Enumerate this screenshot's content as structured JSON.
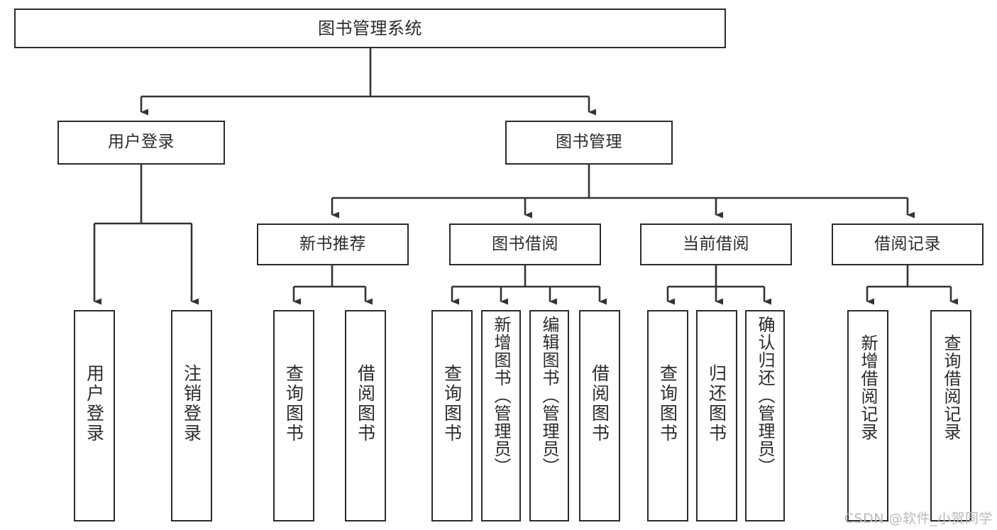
{
  "diagram": {
    "type": "hierarchy-tree",
    "title": "图书管理系统",
    "levels": 4,
    "watermark": "CSDN @软件_小贺同学",
    "colors": {
      "box_border": "#2b2b2b",
      "box_fill": "#ffffff",
      "text": "#2b2b2b",
      "edge": "#333333",
      "background": "#ffffff",
      "watermark": "#b9b9b9"
    },
    "nodes": {
      "root": {
        "label": "图书管理系统"
      },
      "level2": [
        {
          "id": "user-login",
          "label": "用户登录"
        },
        {
          "id": "book-management",
          "label": "图书管理"
        }
      ],
      "level3": [
        {
          "id": "new-book-recommend",
          "label": "新书推荐"
        },
        {
          "id": "book-borrow",
          "label": "图书借阅"
        },
        {
          "id": "current-borrow",
          "label": "当前借阅"
        },
        {
          "id": "borrow-record",
          "label": "借阅记录"
        }
      ],
      "leaves": {
        "user-login": [
          {
            "id": "leaf-user-login",
            "label": "用户登录"
          },
          {
            "id": "leaf-user-logout",
            "label": "注销登录"
          }
        ],
        "new-book-recommend": [
          {
            "id": "leaf-query-book-1",
            "label": "查询图书"
          },
          {
            "id": "leaf-borrow-book-1",
            "label": "借阅图书"
          }
        ],
        "book-borrow": [
          {
            "id": "leaf-query-book-2",
            "label": "查询图书"
          },
          {
            "id": "leaf-add-book",
            "label": "新增图书（管理员）"
          },
          {
            "id": "leaf-edit-book",
            "label": "编辑图书（管理员）"
          },
          {
            "id": "leaf-borrow-book-2",
            "label": "借阅图书"
          }
        ],
        "current-borrow": [
          {
            "id": "leaf-query-book-3",
            "label": "查询图书"
          },
          {
            "id": "leaf-return-book",
            "label": "归还图书"
          },
          {
            "id": "leaf-confirm-return",
            "label": "确认归还（管理员）"
          }
        ],
        "borrow-record": [
          {
            "id": "leaf-add-record",
            "label": "新增借阅记录"
          },
          {
            "id": "leaf-query-record",
            "label": "查询借阅记录"
          }
        ]
      }
    }
  }
}
